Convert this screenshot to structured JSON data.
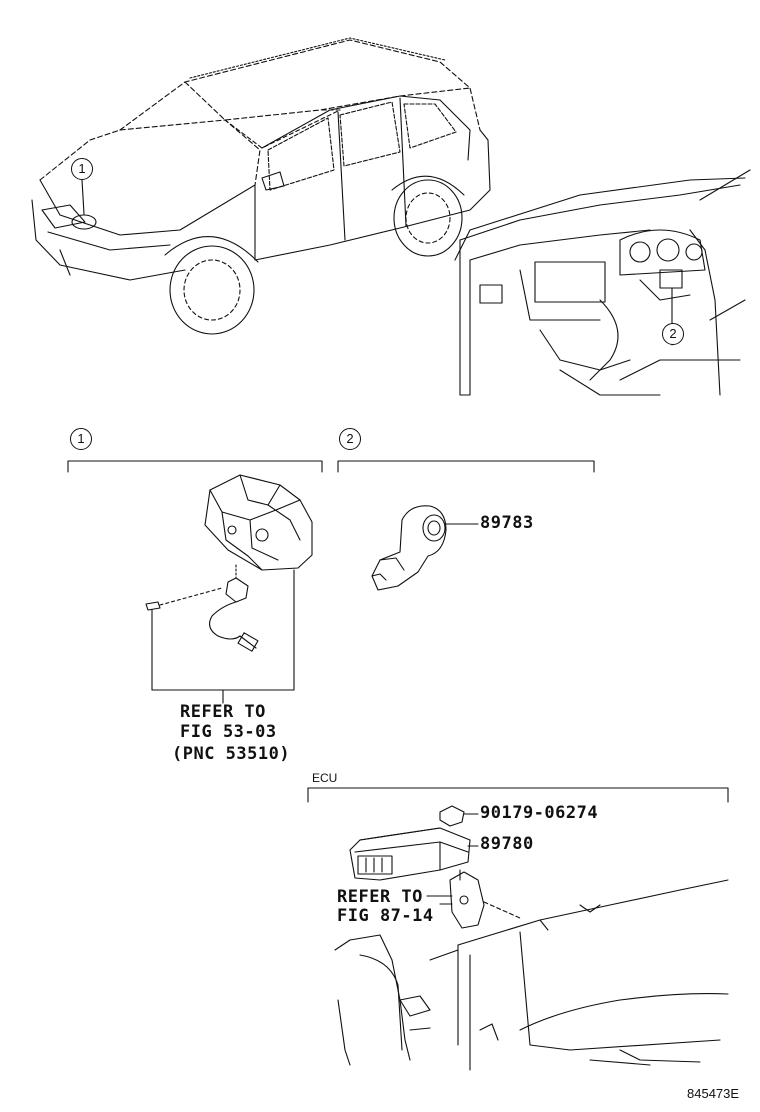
{
  "labels": {
    "callout_1": "1",
    "callout_2": "2",
    "section_1_marker": "1",
    "section_2_marker": "2",
    "part_89783": "89783",
    "refer_1_line1": "REFER TO",
    "refer_1_line2": "FIG 53-03",
    "refer_1_line3": "(PNC 53510)",
    "ecu_heading": "ECU",
    "part_90179": "90179-06274",
    "part_89780": "89780",
    "refer_2_line1": "REFER TO",
    "refer_2_line2": "FIG 87-14",
    "figure_code": "845473E"
  }
}
